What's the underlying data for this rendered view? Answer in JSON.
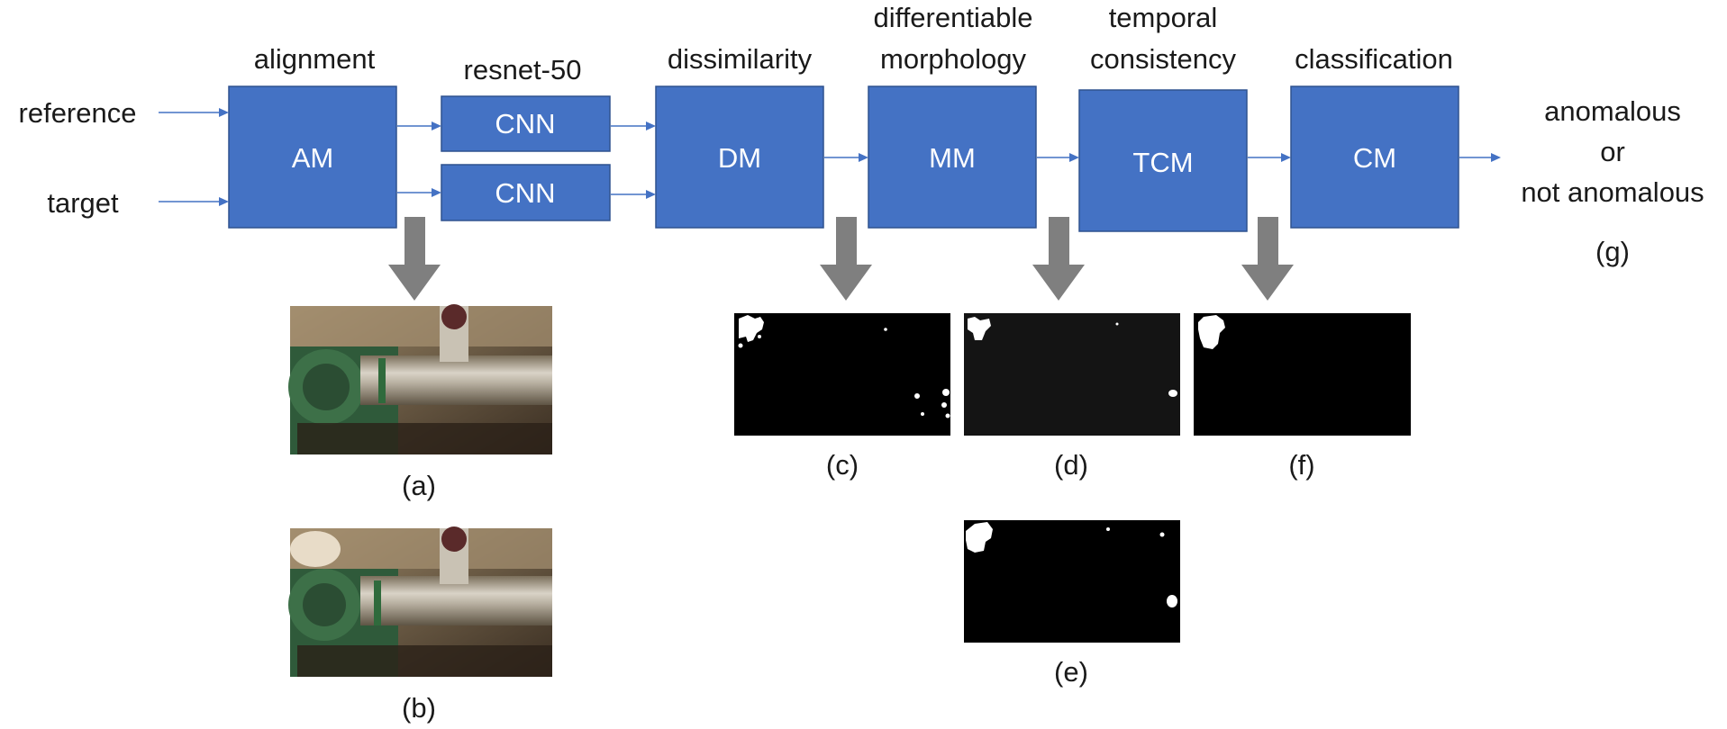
{
  "inputs": {
    "reference": "reference",
    "target": "target"
  },
  "stages": {
    "alignment": {
      "title": "alignment",
      "box": "AM"
    },
    "resnet": {
      "title": "resnet-50",
      "box1": "CNN",
      "box2": "CNN"
    },
    "dissimilarity": {
      "title": "dissimilarity",
      "box": "DM"
    },
    "morphology": {
      "title_line1": "differentiable",
      "title_line2": "morphology",
      "box": "MM"
    },
    "temporal": {
      "title_line1": "temporal",
      "title_line2": "consistency",
      "box": "TCM"
    },
    "classification": {
      "title": "classification",
      "box": "CM"
    }
  },
  "output": {
    "line1": "anomalous",
    "line2": "or",
    "line3": "not anomalous",
    "caption": "(g)"
  },
  "captions": {
    "a": "(a)",
    "b": "(b)",
    "c": "(c)",
    "d": "(d)",
    "e": "(e)",
    "f": "(f)"
  },
  "colors": {
    "box_fill": "#4472c4",
    "box_border": "#2f528f",
    "connector": "#4472c4",
    "down_arrow": "#7f7f7f"
  }
}
